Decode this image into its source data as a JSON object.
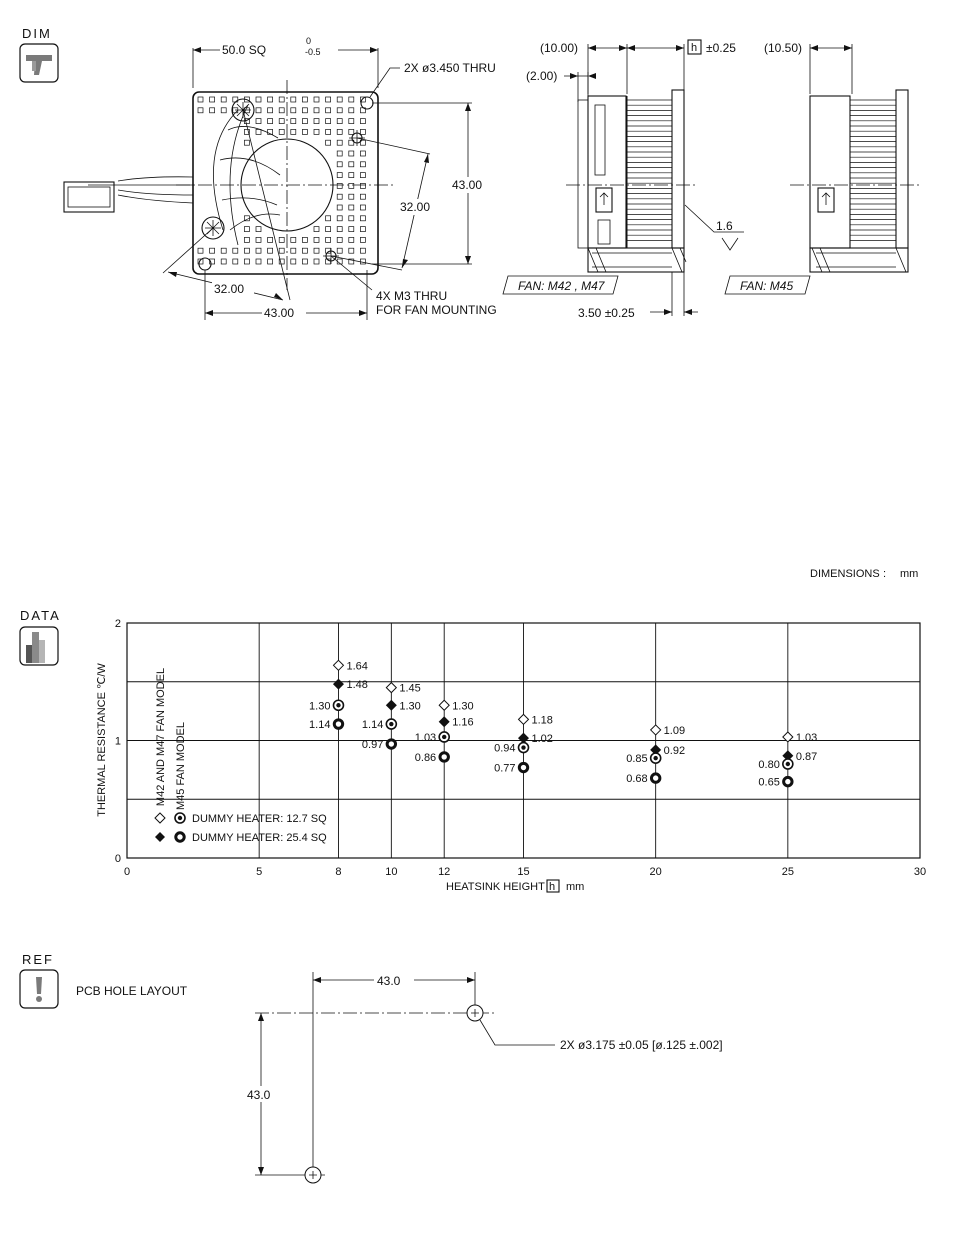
{
  "sections": {
    "dim": "DIM",
    "data": "DATA",
    "ref": "REF"
  },
  "icons": {
    "dim": "caliper-icon",
    "data": "bar-chart-icon",
    "ref": "exclamation-icon"
  },
  "drawing": {
    "top_width": "50.0 SQ",
    "top_tol_upper": "0",
    "top_tol_lower": "-0.5",
    "holes_2x": "2X ø3.450 THRU",
    "holes_4x_line1": "4X M3 THRU",
    "holes_4x_line2": "FOR FAN MOUNTING",
    "dim_43_vertical": "43.00",
    "dim_32_diagonal_right": "32.00",
    "dim_32_bottom": "32.00",
    "dim_43_bottom": "43.00",
    "side_10": "(10.00)",
    "side_2": "(2.00)",
    "side_h_symbol": "h",
    "side_h_tol": "±0.25",
    "side_10_5": "(10.50)",
    "surface_finish": "1.6",
    "fan_m42_m47": "FAN: M42 , M47",
    "fan_m45": "FAN: M45",
    "dim_3_5": "3.50 ±0.25"
  },
  "units_note": {
    "label": "DIMENSIONS",
    "sep": ":",
    "unit": "mm"
  },
  "chart_data": {
    "type": "scatter",
    "xlabel_prefix": "HEATSINK HEIGHT",
    "xlabel_symbol": "h",
    "xlabel_unit": "mm",
    "ylabel": "THERMAL RESISTANCE ℃/W",
    "vertical_note_1": "M42 AND M47 FAN MODEL",
    "vertical_note_2": "M45 FAN MODEL",
    "xlim": [
      0,
      30
    ],
    "ylim": [
      0,
      2
    ],
    "x_ticks": [
      0,
      5,
      8,
      10,
      12,
      15,
      20,
      25,
      30
    ],
    "y_ticks": [
      0,
      1,
      2
    ],
    "grid": true,
    "legend": [
      {
        "text": "DUMMY HEATER: 12.7 SQ"
      },
      {
        "text": "DUMMY HEATER: 25.4 SQ"
      }
    ],
    "series": [
      {
        "marker": "open-diamond",
        "x": [
          8,
          10,
          12,
          15,
          20,
          25
        ],
        "values": [
          1.64,
          1.45,
          1.3,
          1.18,
          1.09,
          1.03
        ],
        "labels": [
          "1.64",
          "1.45",
          "1.30",
          "1.18",
          "1.09",
          "1.03"
        ]
      },
      {
        "marker": "filled-diamond",
        "x": [
          8,
          10,
          12,
          15,
          20,
          25
        ],
        "values": [
          1.48,
          1.3,
          1.16,
          1.02,
          0.92,
          0.87
        ],
        "labels": [
          "1.48",
          "1.30",
          "1.16",
          "1.02",
          "0.92",
          "0.87"
        ]
      },
      {
        "marker": "target-circle",
        "x": [
          8,
          10,
          12,
          15,
          20,
          25
        ],
        "values": [
          1.3,
          1.14,
          1.03,
          0.94,
          0.85,
          0.8
        ],
        "labels": [
          "1.30",
          "1.14",
          "1.03",
          "0.94",
          "0.85",
          "0.80"
        ]
      },
      {
        "marker": "bold-ring",
        "x": [
          8,
          10,
          12,
          15,
          20,
          25
        ],
        "values": [
          1.14,
          0.97,
          0.86,
          0.77,
          0.68,
          0.65
        ],
        "labels": [
          "1.14",
          "0.97",
          "0.86",
          "0.77",
          "0.68",
          "0.65"
        ]
      }
    ]
  },
  "ref": {
    "title": "PCB HOLE LAYOUT",
    "dim_h": "43.0",
    "dim_v": "43.0",
    "hole_callout": "2X  ø3.175 ±0.05 [ø.125 ±.002]"
  },
  "colors": {
    "ink": "#111111",
    "icon_fill": "#7a7a7a",
    "background": "#ffffff"
  }
}
